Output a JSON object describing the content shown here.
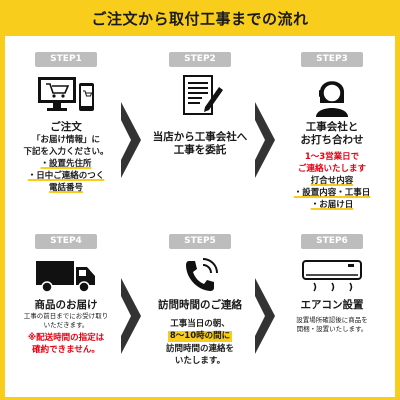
{
  "header": {
    "title": "ご注文から取付工事までの流れ"
  },
  "steps": [
    {
      "tab": "STEP1",
      "icon": "computer-smartphone-cart-icon",
      "title": "ご注文",
      "lines": [
        "「お届け情報」に",
        "下記を入力ください。",
        "・設置先住所",
        "・日中ご連絡のつく",
        "電話番号"
      ]
    },
    {
      "tab": "STEP2",
      "icon": "document-pen-icon",
      "title_lines": [
        "当店から工事会社へ",
        "工事を委託"
      ]
    },
    {
      "tab": "STEP3",
      "icon": "operator-headset-icon",
      "title_lines": [
        "工事会社と",
        "お打ち合わせ"
      ],
      "red_lines": [
        "1〜3営業日で",
        "ご連絡いたします"
      ],
      "lines": [
        "打合せ内容",
        "・設置内容・工事日",
        "・お届け日"
      ]
    },
    {
      "tab": "STEP4",
      "icon": "delivery-truck-icon",
      "title": "商品のお届け",
      "small_lines": [
        "工事の前日までにお受け取り",
        "いただきます。"
      ],
      "red_lines": [
        "※配送時間の指定は",
        "確約できません。"
      ]
    },
    {
      "tab": "STEP5",
      "icon": "phone-call-icon",
      "title": "訪問時間のご連絡",
      "lines": [
        "工事当日の朝、",
        "8〜10時の間に",
        "訪問時間の連絡を",
        "いたします。"
      ]
    },
    {
      "tab": "STEP6",
      "icon": "air-conditioner-icon",
      "title": "エアコン設置",
      "small_lines": [
        "設置場所確認後に商品を",
        "開梱・設置いたします。"
      ]
    }
  ],
  "colors": {
    "accent": "#f8cd1b",
    "warning": "#e60012",
    "tab": "#bdbdbd",
    "arrow": "#333333"
  }
}
